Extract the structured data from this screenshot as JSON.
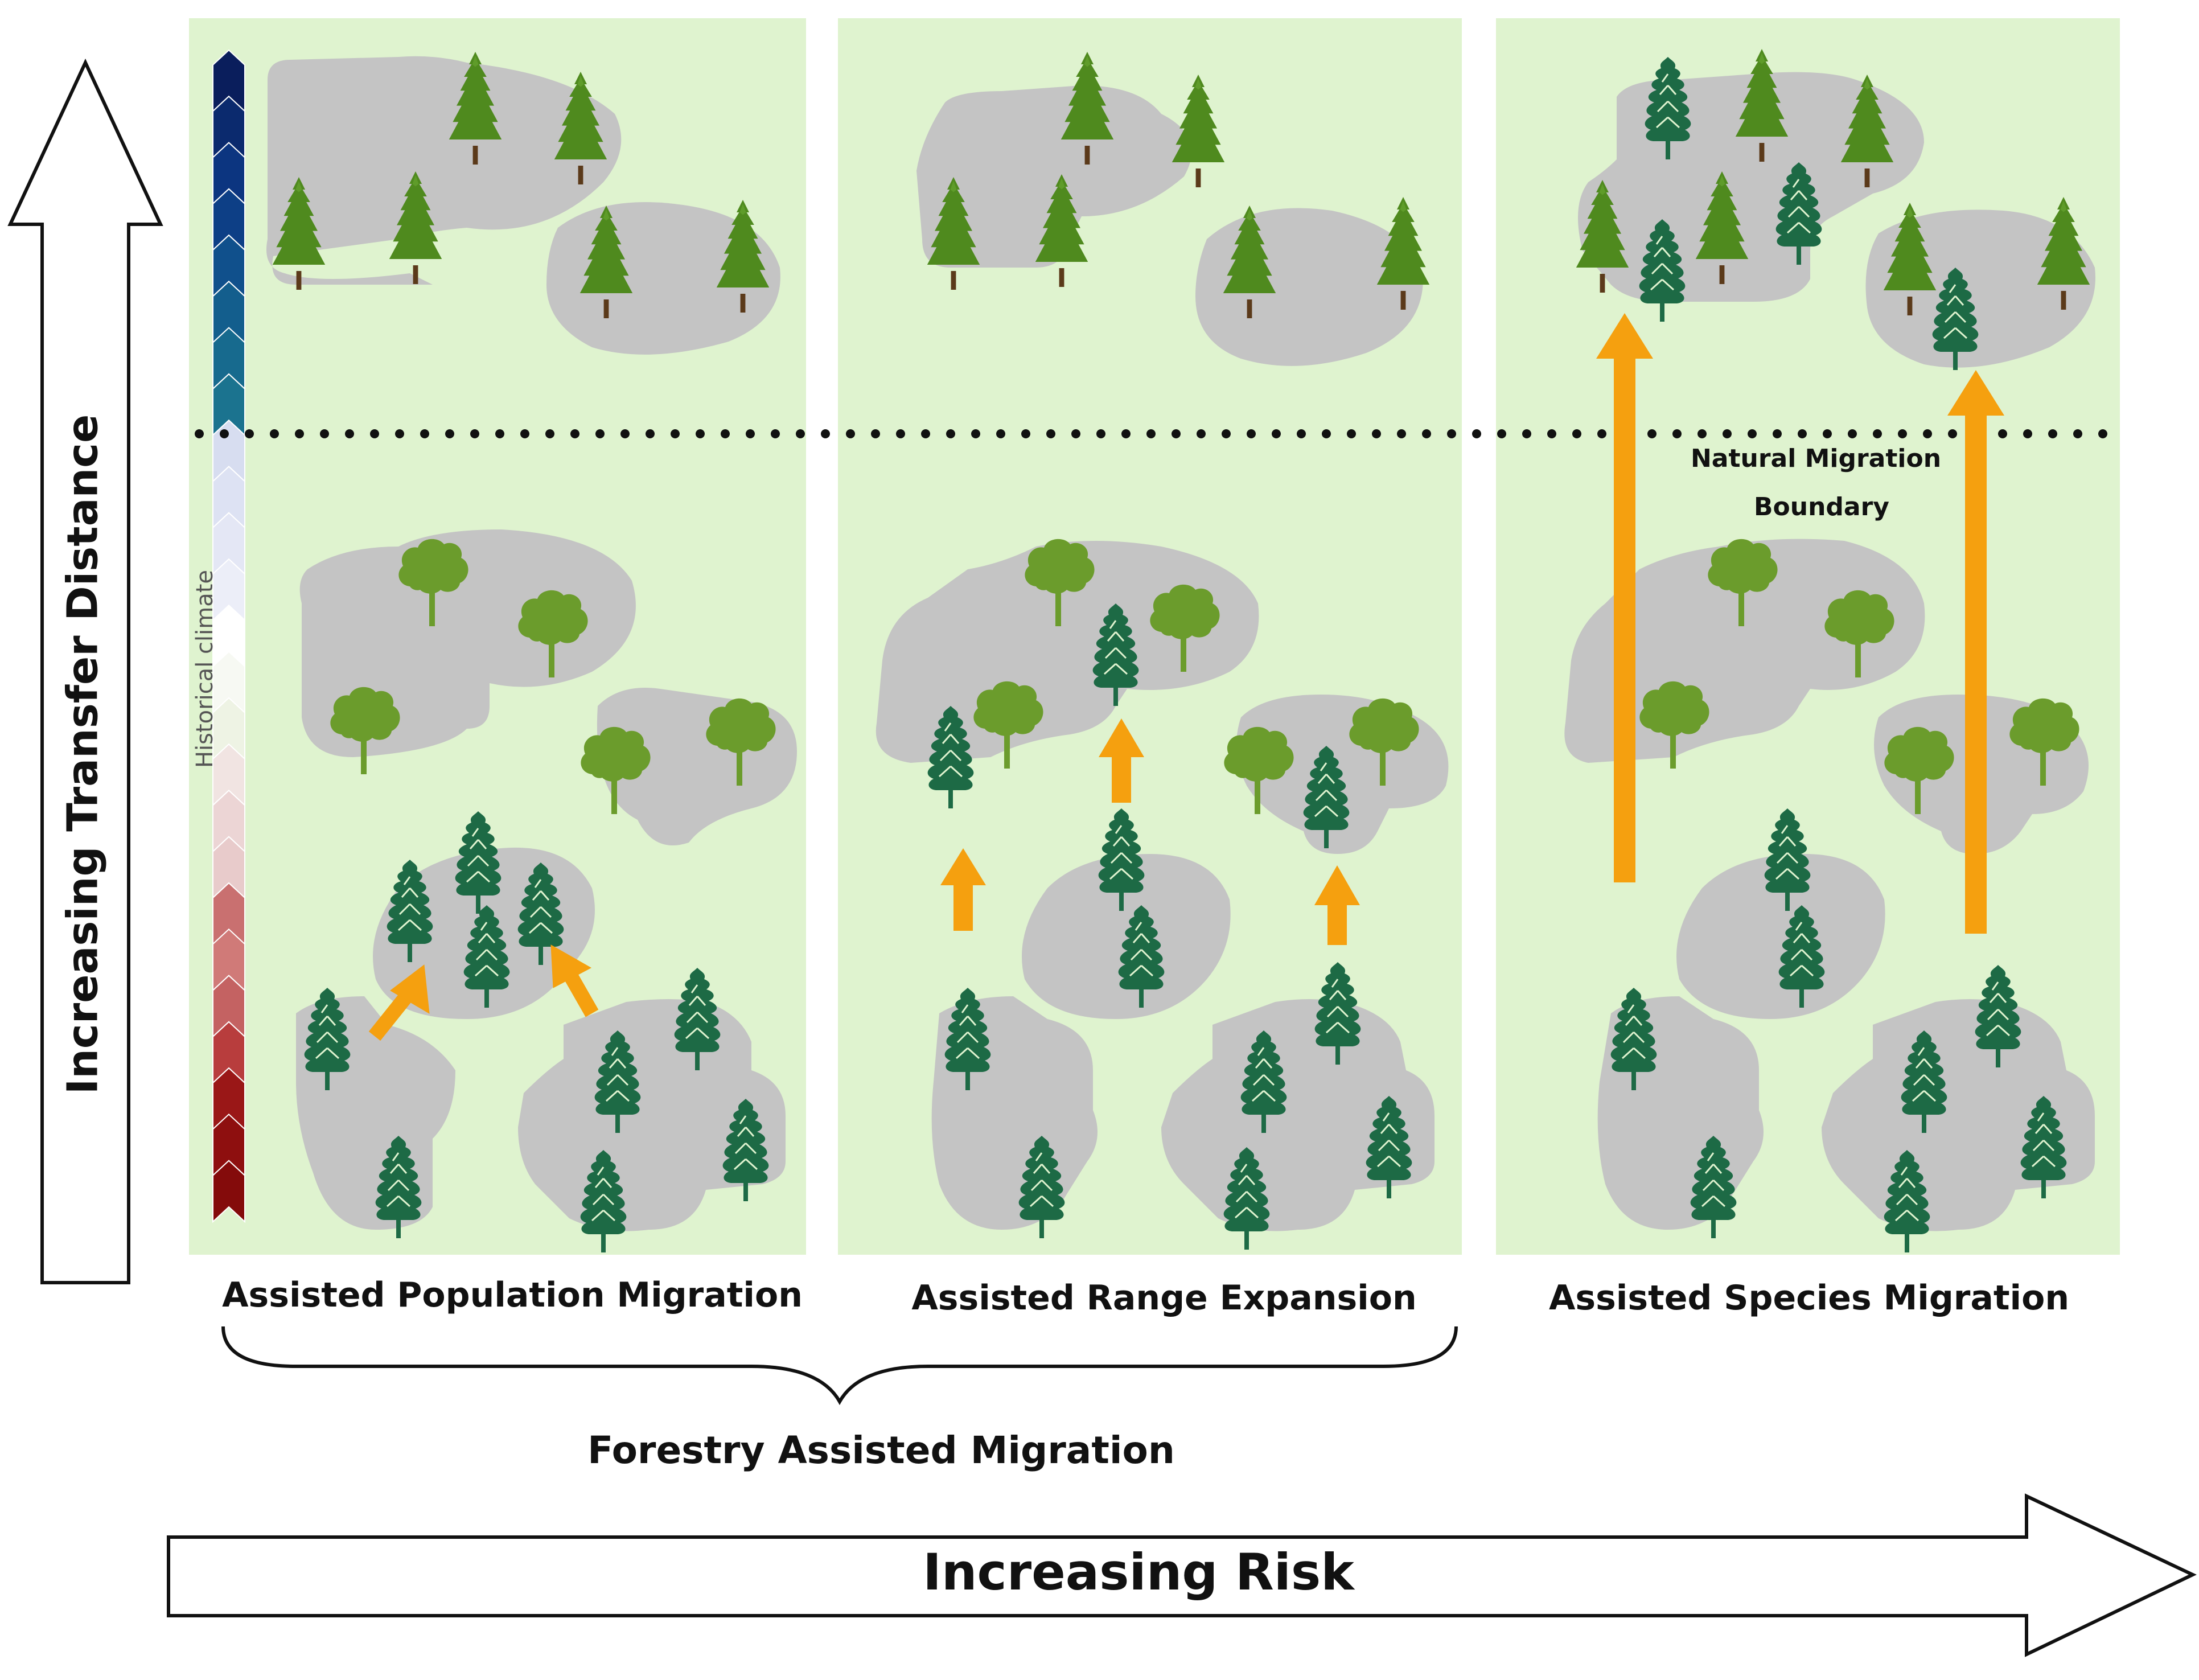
{
  "axes": {
    "vertical_label": "Increasing Transfer Distance",
    "horizontal_label": "Increasing Risk"
  },
  "climate_scale": {
    "label": "Historical climate",
    "colors": [
      "#0a1e5c",
      "#0b2a6e",
      "#0c3580",
      "#0d3f86",
      "#10508c",
      "#135e8d",
      "#176a8e",
      "#1b738f",
      "#d7ddf0",
      "#dde2f3",
      "#e4e7f5",
      "#eceef8",
      "#ffffff",
      "#f7f9f3",
      "#eef3e4",
      "#f1e4e2",
      "#ecd5d5",
      "#e8cbcb",
      "#c97070",
      "#d07a78",
      "#c46262",
      "#b83d3d",
      "#9a1717",
      "#8e0f0f",
      "#840b0b"
    ]
  },
  "panels": [
    {
      "label": "Assisted Population Migration"
    },
    {
      "label": "Assisted Range Expansion"
    },
    {
      "label": "Assisted Species Migration"
    }
  ],
  "group_label": "Forestry Assisted Migration",
  "boundary_label": {
    "line1": "Natural Migration",
    "line2": "Boundary"
  },
  "colors": {
    "panel_bg": "#dff3cf",
    "patch": "#c4c4c4",
    "conifer_light": "#4f8a1e",
    "conifer_dark": "#1d6a45",
    "broadleaf": "#6b9c2c",
    "arrow": "#f5a00f"
  },
  "icons": [
    "conifer-icon",
    "spruce-icon",
    "broadleaf-tree-icon",
    "up-arrow-icon"
  ]
}
